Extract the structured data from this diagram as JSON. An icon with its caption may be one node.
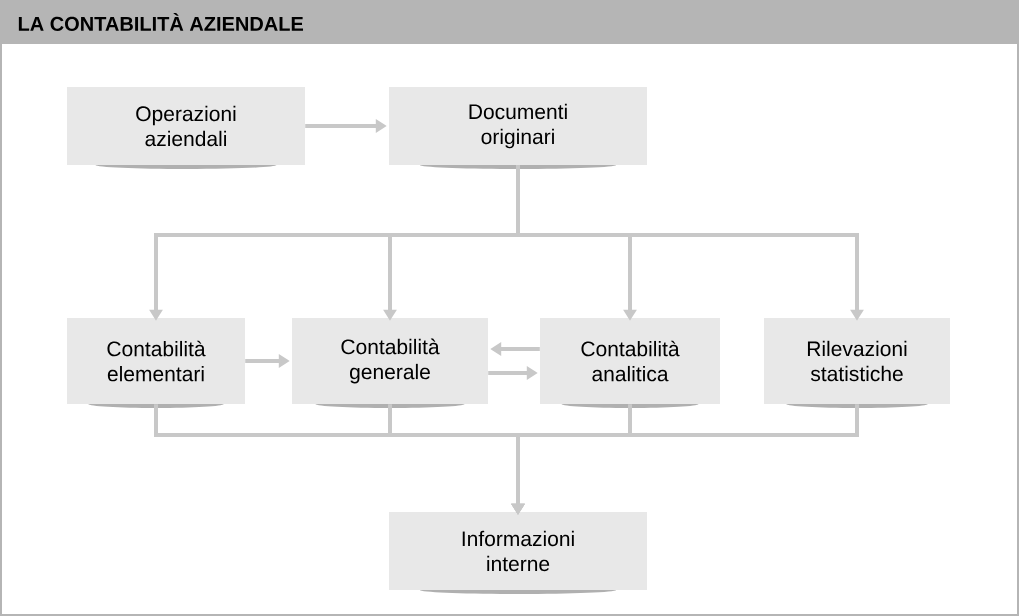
{
  "diagram": {
    "title": "LA CONTABILITÀ AZIENDALE",
    "nodes": [
      {
        "text": [
          "Operazioni aziendali"
        ]
      },
      {
        "text": [
          "Documenti originari"
        ]
      },
      {
        "text": [
          "Contabilità elementari"
        ]
      },
      {
        "text": [
          "Contabilità generale"
        ]
      },
      {
        "text": [
          "Contabilità analitica"
        ]
      },
      {
        "text": [
          "Rilevazioni statistiche"
        ]
      },
      {
        "text": [
          "Informazioni interne"
        ]
      }
    ],
    "edges": [
      {
        "from": 0,
        "to": 1,
        "arrow": "to"
      },
      {
        "from": 1,
        "to": 2,
        "arrow": "to"
      },
      {
        "from": 1,
        "to": 3,
        "arrow": "to"
      },
      {
        "from": 1,
        "to": 4,
        "arrow": "to"
      },
      {
        "from": 1,
        "to": 5,
        "arrow": "to"
      },
      {
        "from": 2,
        "to": 3,
        "arrow": "to"
      },
      {
        "from": 4,
        "to": 3,
        "arrow": "to"
      },
      {
        "from": 3,
        "to": 4,
        "arrow": "to"
      },
      {
        "from": 2,
        "to": 6,
        "arrow": "to"
      },
      {
        "from": 3,
        "to": 6,
        "arrow": "to"
      },
      {
        "from": 4,
        "to": 6,
        "arrow": "to"
      },
      {
        "from": 5,
        "to": 6,
        "arrow": "to"
      }
    ]
  }
}
